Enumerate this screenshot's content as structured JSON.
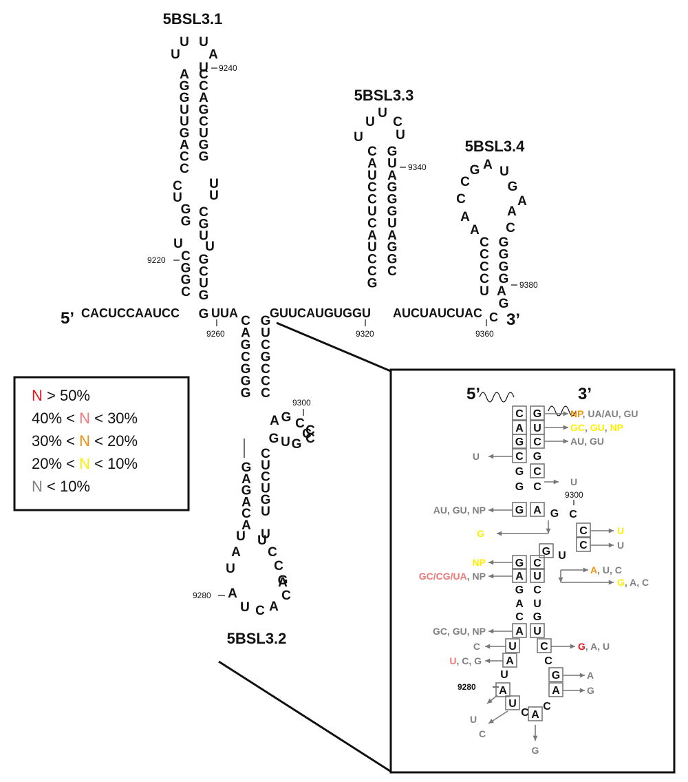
{
  "titles": {
    "sl1": "5BSL3.1",
    "sl2": "5BSL3.2",
    "sl3": "5BSL3.3",
    "sl4": "5BSL3.4"
  },
  "ends": {
    "five": "5’",
    "three": "3’"
  },
  "sequence": {
    "leader": "CACUCCAAUCC",
    "junction_a": "UUA",
    "junction_b": "GUUCAUGUGGU",
    "junction_c": "AUCUAUCUAC",
    "tail": "C"
  },
  "positions": {
    "p9220": "9220",
    "p9240": "9240",
    "p9260": "9260",
    "p9280": "9280",
    "p9300": "9300",
    "p9320": "9320",
    "p9340": "9340",
    "p9360": "9360",
    "p9380": "9380"
  },
  "legend": {
    "items": [
      {
        "pre": "",
        "n": "N",
        "post": " > 50%",
        "color": "#e8141c"
      },
      {
        "pre": "40% < ",
        "n": "N",
        "post": " < 30%",
        "color": "#f07878"
      },
      {
        "pre": "30% < ",
        "n": "N",
        "post": " < 20%",
        "color": "#f0900a"
      },
      {
        "pre": "20% < ",
        "n": "N",
        "post": " < 10%",
        "color": "#ffee00"
      },
      {
        "pre": "",
        "n": "N",
        "post": " < 10%",
        "color": "#808080"
      }
    ]
  },
  "colors": {
    "red": "#e8141c",
    "pink": "#f07878",
    "orange": "#f0900a",
    "yellow": "#ffee00",
    "gray": "#808080",
    "blue": "#1a6fc0"
  },
  "inset": {
    "five": "5’",
    "three": "3’",
    "pos9300": "9300",
    "pos9280": "9280",
    "annotations": [
      {
        "segments": [
          [
            "NP",
            "orange"
          ],
          [
            ", UA/AU, GU",
            "gray"
          ]
        ]
      },
      {
        "segments": [
          [
            "GC",
            "yellow"
          ],
          [
            ", ",
            "gray"
          ],
          [
            "GU",
            "yellow"
          ],
          [
            ", ",
            "gray"
          ],
          [
            "NP",
            "yellow"
          ]
        ]
      },
      {
        "segments": [
          [
            "AU, GU",
            "gray"
          ]
        ]
      },
      {
        "segments": [
          [
            "U",
            "gray"
          ]
        ]
      },
      {
        "segments": [
          [
            "U",
            "gray"
          ]
        ]
      },
      {
        "segments": [
          [
            "AU, GU, NP",
            "gray"
          ]
        ]
      },
      {
        "segments": [
          [
            "G",
            "yellow"
          ]
        ]
      },
      {
        "segments": [
          [
            "U",
            "yellow"
          ]
        ]
      },
      {
        "segments": [
          [
            "U",
            "gray"
          ]
        ]
      },
      {
        "segments": [
          [
            "NP",
            "yellow"
          ]
        ]
      },
      {
        "segments": [
          [
            "GC/CG/UA",
            "pink"
          ],
          [
            ", NP",
            "gray"
          ]
        ]
      },
      {
        "segments": [
          [
            "A",
            "orange"
          ],
          [
            ", U, C",
            "gray"
          ]
        ]
      },
      {
        "segments": [
          [
            "G",
            "yellow"
          ],
          [
            ", A, C",
            "gray"
          ]
        ]
      },
      {
        "segments": [
          [
            "GC, GU, NP",
            "gray"
          ]
        ]
      },
      {
        "segments": [
          [
            "C",
            "gray"
          ]
        ]
      },
      {
        "segments": [
          [
            "G",
            "red"
          ],
          [
            ", A, U",
            "gray"
          ]
        ]
      },
      {
        "segments": [
          [
            "U",
            "pink"
          ],
          [
            ", C, G",
            "gray"
          ]
        ]
      },
      {
        "segments": [
          [
            "A",
            "gray"
          ]
        ]
      },
      {
        "segments": [
          [
            "G",
            "gray"
          ]
        ]
      },
      {
        "segments": [
          [
            "U",
            "gray"
          ]
        ]
      },
      {
        "segments": [
          [
            "C",
            "gray"
          ]
        ]
      },
      {
        "segments": [
          [
            "G",
            "gray"
          ]
        ]
      }
    ]
  }
}
